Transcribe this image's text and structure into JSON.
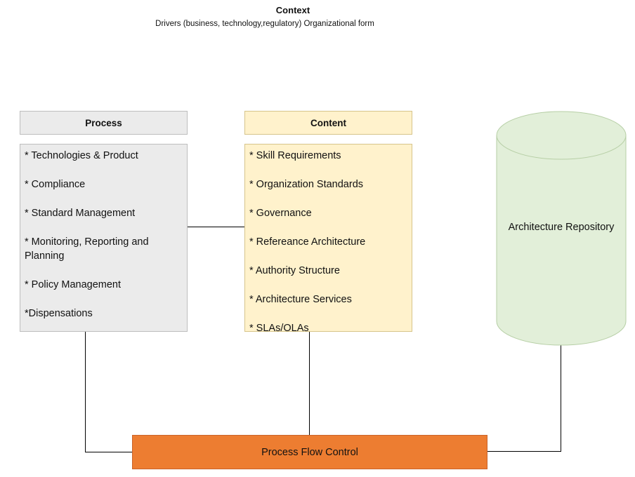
{
  "context": {
    "title": "Context",
    "subtitle": "Drivers (business, technology,regulatory) Organizational form"
  },
  "process": {
    "header": "Process",
    "items": [
      "* Technologies & Product",
      "* Compliance",
      "* Standard Management",
      "* Monitoring, Reporting and Planning",
      "* Policy Management",
      "*Dispensations"
    ]
  },
  "content": {
    "header": "Content",
    "items": [
      "* Skill Requirements",
      "* Organization Standards",
      "* Governance",
      "* Refereance Architecture",
      "* Authority Structure",
      "* Architecture Services",
      "* SLAs/OLAs"
    ]
  },
  "repository": {
    "label": "Architecture Repository"
  },
  "flow_control": {
    "label": "Process Flow Control"
  },
  "colors": {
    "process_fill": "#ebebeb",
    "content_fill": "#fff2cc",
    "repository_fill": "#e2efd9",
    "flow_control_fill": "#ed7d31"
  }
}
